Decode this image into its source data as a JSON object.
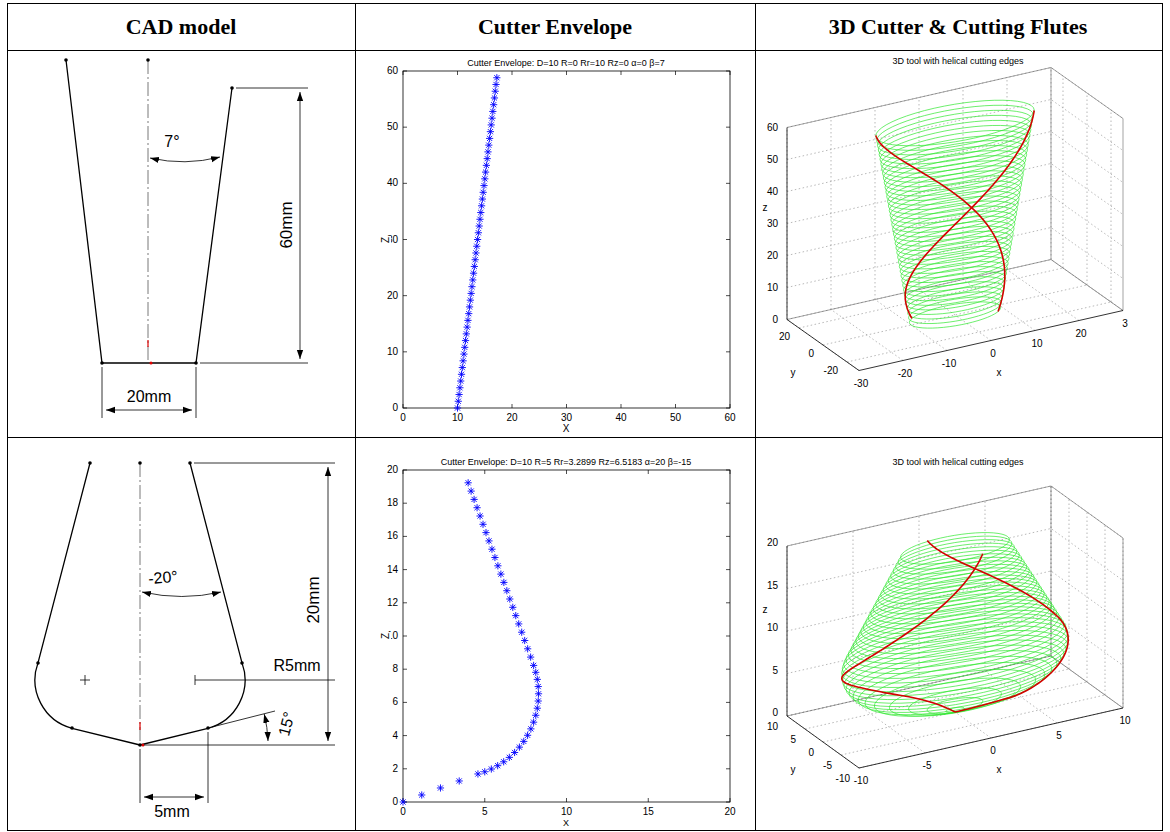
{
  "diagram": {
    "labels": [
      "CAD model",
      "Cutter Envelope",
      "3D Cutter & Cutting Flutes",
      "7°",
      "60mm",
      "20mm",
      "Cutter Envelope: D=10 R=0 Rr=10 Rz=0 α=0 β=7",
      "0",
      "10",
      "20",
      "30",
      "40",
      "50",
      "60",
      "0",
      "10",
      "20",
      "30",
      "40",
      "50",
      "60",
      "Z",
      "X",
      "3D tool with helical cutting edges",
      "0",
      "10",
      "20",
      "30",
      "40",
      "50",
      "60",
      "20",
      "0",
      "-20",
      "-30",
      "-20",
      "-10",
      "0",
      "10",
      "20",
      "3",
      "z",
      "y",
      "x",
      "-20°",
      "R5mm",
      "15°",
      "20mm",
      "5mm",
      "Cutter Envelope: D=10 R=5 Rr=3.2899 Rz=6.5183 α=20 β=-15",
      "0",
      "2",
      "4",
      "6",
      "8",
      "10",
      "12",
      "14",
      "16",
      "18",
      "20",
      "0",
      "5",
      "10",
      "15",
      "20",
      "Z",
      "X",
      "3D tool with helical cutting edges",
      "0",
      "5",
      "10",
      "15",
      "20",
      "10",
      "5",
      "0",
      "-5",
      "-10",
      "-10",
      "-5",
      "0",
      "5",
      "10",
      "z",
      "y",
      "x"
    ]
  }
}
